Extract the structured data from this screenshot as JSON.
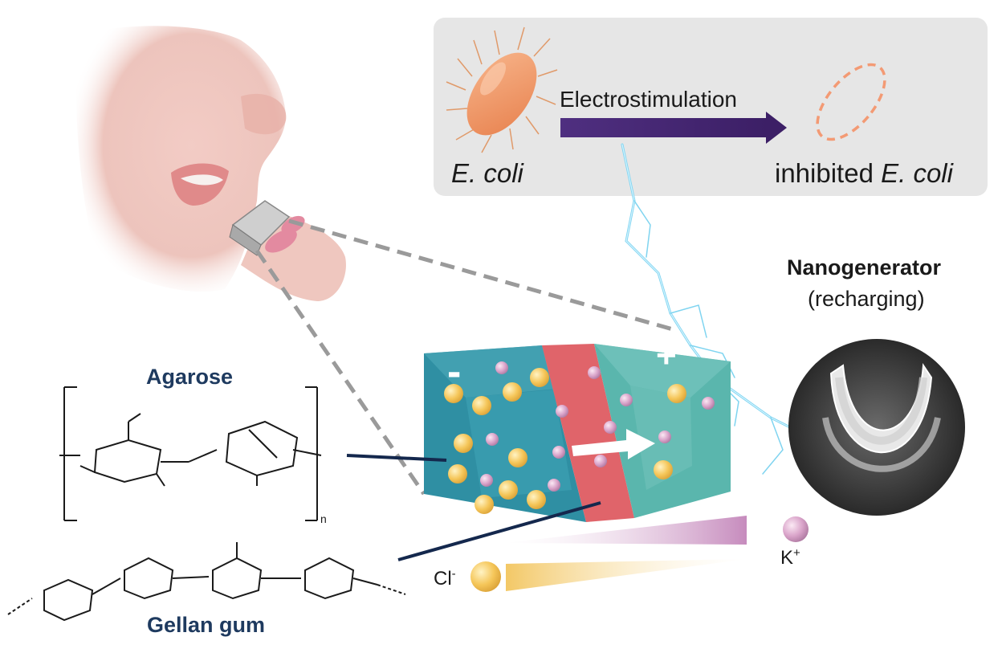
{
  "ecoli_panel": {
    "arrow_label": "Electrostimulation",
    "left_caption": "E. coli",
    "right_caption_prefix": "inhibited ",
    "right_caption_species": "E. coli"
  },
  "nanogenerator": {
    "title": "Nanogenerator",
    "subtitle": "(recharging)"
  },
  "battery": {
    "negative_sign": "-",
    "positive_sign": "+"
  },
  "molecules": {
    "agarose_label": "Agarose",
    "gellan_label": "Gellan gum",
    "repeat_subscript": "n"
  },
  "ions": {
    "potassium_base": "K",
    "potassium_charge": "+",
    "chloride_base": "Cl",
    "chloride_charge": "-"
  },
  "colors": {
    "gel_blue": "#2f8fa3",
    "gel_teal": "#5ab6ad",
    "separator_red": "#e0646a",
    "panel_gray": "#e6e6e6",
    "arrow_purple": "#4a2a7a",
    "ion_yellow": "#f5c659",
    "ion_pink": "#d9a3c9",
    "title_blue": "#1e3a5f"
  }
}
